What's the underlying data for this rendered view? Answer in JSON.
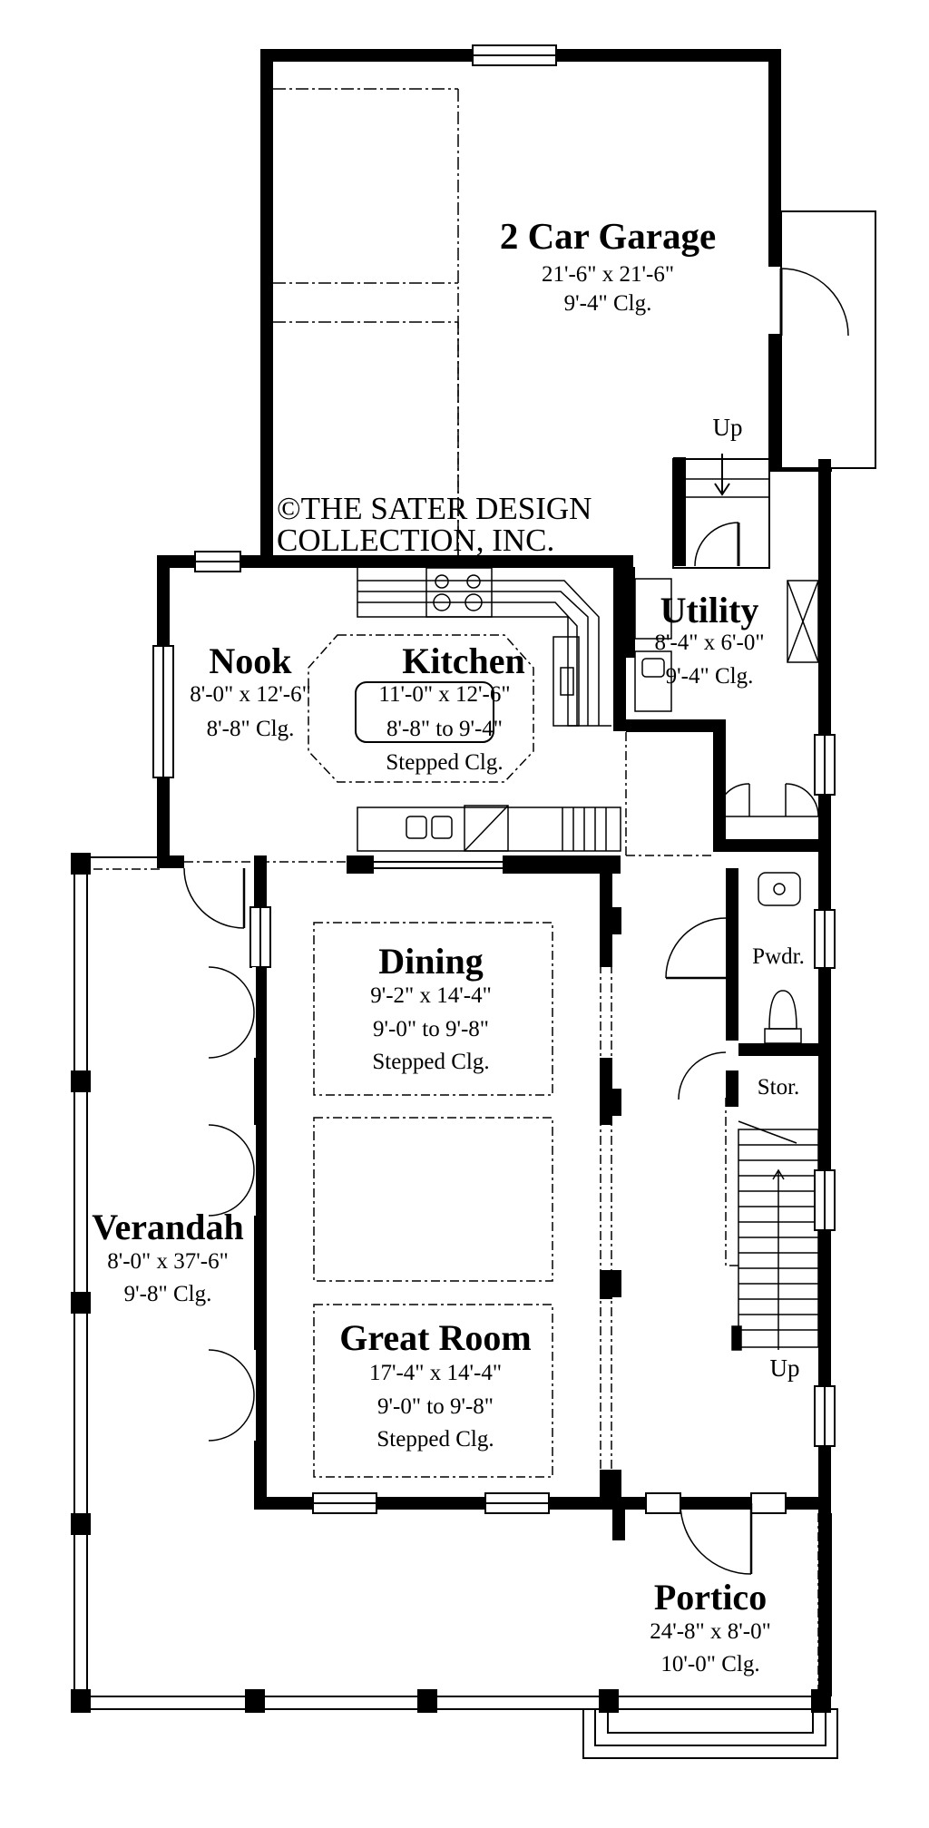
{
  "copyright": {
    "line1": "©THE SATER DESIGN",
    "line2": "COLLECTION, INC."
  },
  "rooms": {
    "garage": {
      "name": "2 Car Garage",
      "dims": "21'-6\" x 21'-6\"",
      "ceiling": "9'-4\" Clg."
    },
    "nook": {
      "name": "Nook",
      "dims": "8'-0\" x 12'-6\"",
      "ceiling": "8'-8\" Clg."
    },
    "kitchen": {
      "name": "Kitchen",
      "dims": "11'-0\" x 12'-6\"",
      "ceiling": "8'-8\" to 9'-4\"",
      "ceiling_type": "Stepped Clg."
    },
    "utility": {
      "name": "Utility",
      "dims": "8'-4\" x 6'-0\"",
      "ceiling": "9'-4\" Clg."
    },
    "dining": {
      "name": "Dining",
      "dims": "9'-2\" x 14'-4\"",
      "ceiling": "9'-0\" to 9'-8\"",
      "ceiling_type": "Stepped Clg."
    },
    "powder": {
      "name": "Pwdr."
    },
    "storage": {
      "name": "Stor."
    },
    "verandah": {
      "name": "Verandah",
      "dims": "8'-0\" x 37'-6\"",
      "ceiling": "9'-8\"  Clg."
    },
    "greatroom": {
      "name": "Great Room",
      "dims": "17'-4\" x 14'-4\"",
      "ceiling": "9'-0\" to 9'-8\"",
      "ceiling_type": "Stepped Clg."
    },
    "portico": {
      "name": "Portico",
      "dims": "24'-8\" x 8'-0\"",
      "ceiling": "10'-0\"  Clg."
    }
  },
  "stairs": {
    "up_top": "Up",
    "up_main": "Up"
  }
}
